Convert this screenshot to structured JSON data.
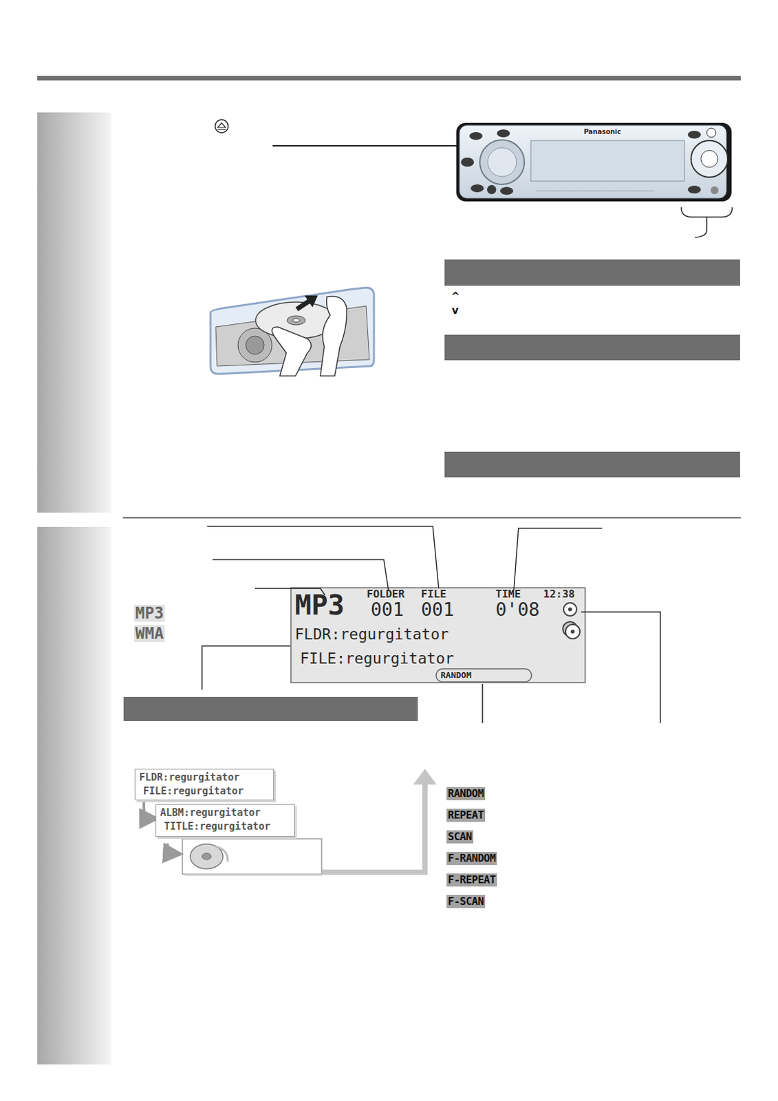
{
  "diagram": {
    "nodes": [
      {
        "text": [
          "MP3",
          "FOLDER",
          "FILE",
          "TIME",
          "12:38",
          "001",
          "001",
          "0'08",
          "FLDR:regurgitator",
          "FILE:regurgitator",
          "RANDOM"
        ]
      },
      {
        "text": [
          "FLDR:regurgitator",
          "FILE:regurgitator"
        ]
      },
      {
        "text": [
          "ALBM:regurgitator",
          "TITLE:regurgitator"
        ]
      }
    ],
    "edges": [
      {
        "from": 1,
        "to": 2,
        "arrow": "to"
      }
    ],
    "labels": [
      "^",
      "v",
      "MP3",
      "WMA",
      "RANDOM",
      "REPEAT",
      "SCAN",
      "F-RANDOM",
      "F-REPEAT",
      "F-SCAN",
      "Panasonic"
    ]
  }
}
